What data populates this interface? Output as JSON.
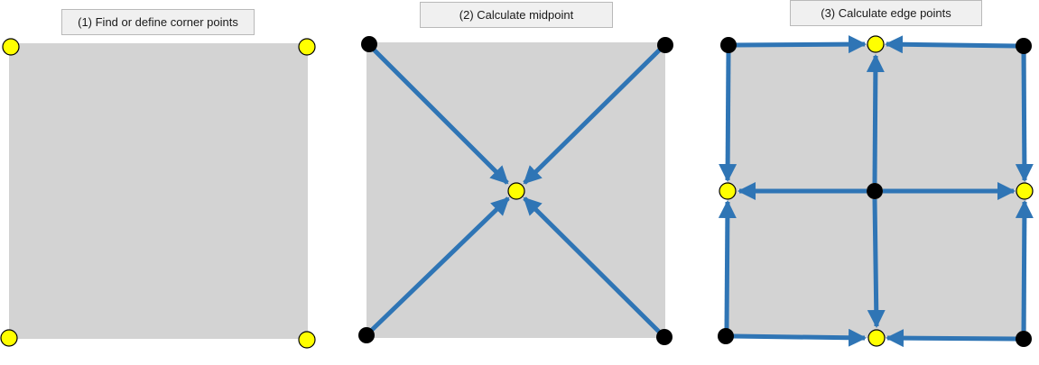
{
  "colors": {
    "square_fill": "#d3d3d3",
    "arrow": "#2f75b5",
    "point_defined": "#ffff00",
    "point_known": "#000000",
    "label_background": "#f0f0f0"
  },
  "panels": [
    {
      "label": "(1) Find or define corner points",
      "points": {
        "known": 0,
        "defined": 4
      },
      "arrows": 0
    },
    {
      "label": "(2) Calculate midpoint",
      "points": {
        "known": 4,
        "defined": 1
      },
      "arrows": 4
    },
    {
      "label": "(3) Calculate edge points",
      "points": {
        "known": 5,
        "defined": 4
      },
      "arrows": 12
    }
  ]
}
